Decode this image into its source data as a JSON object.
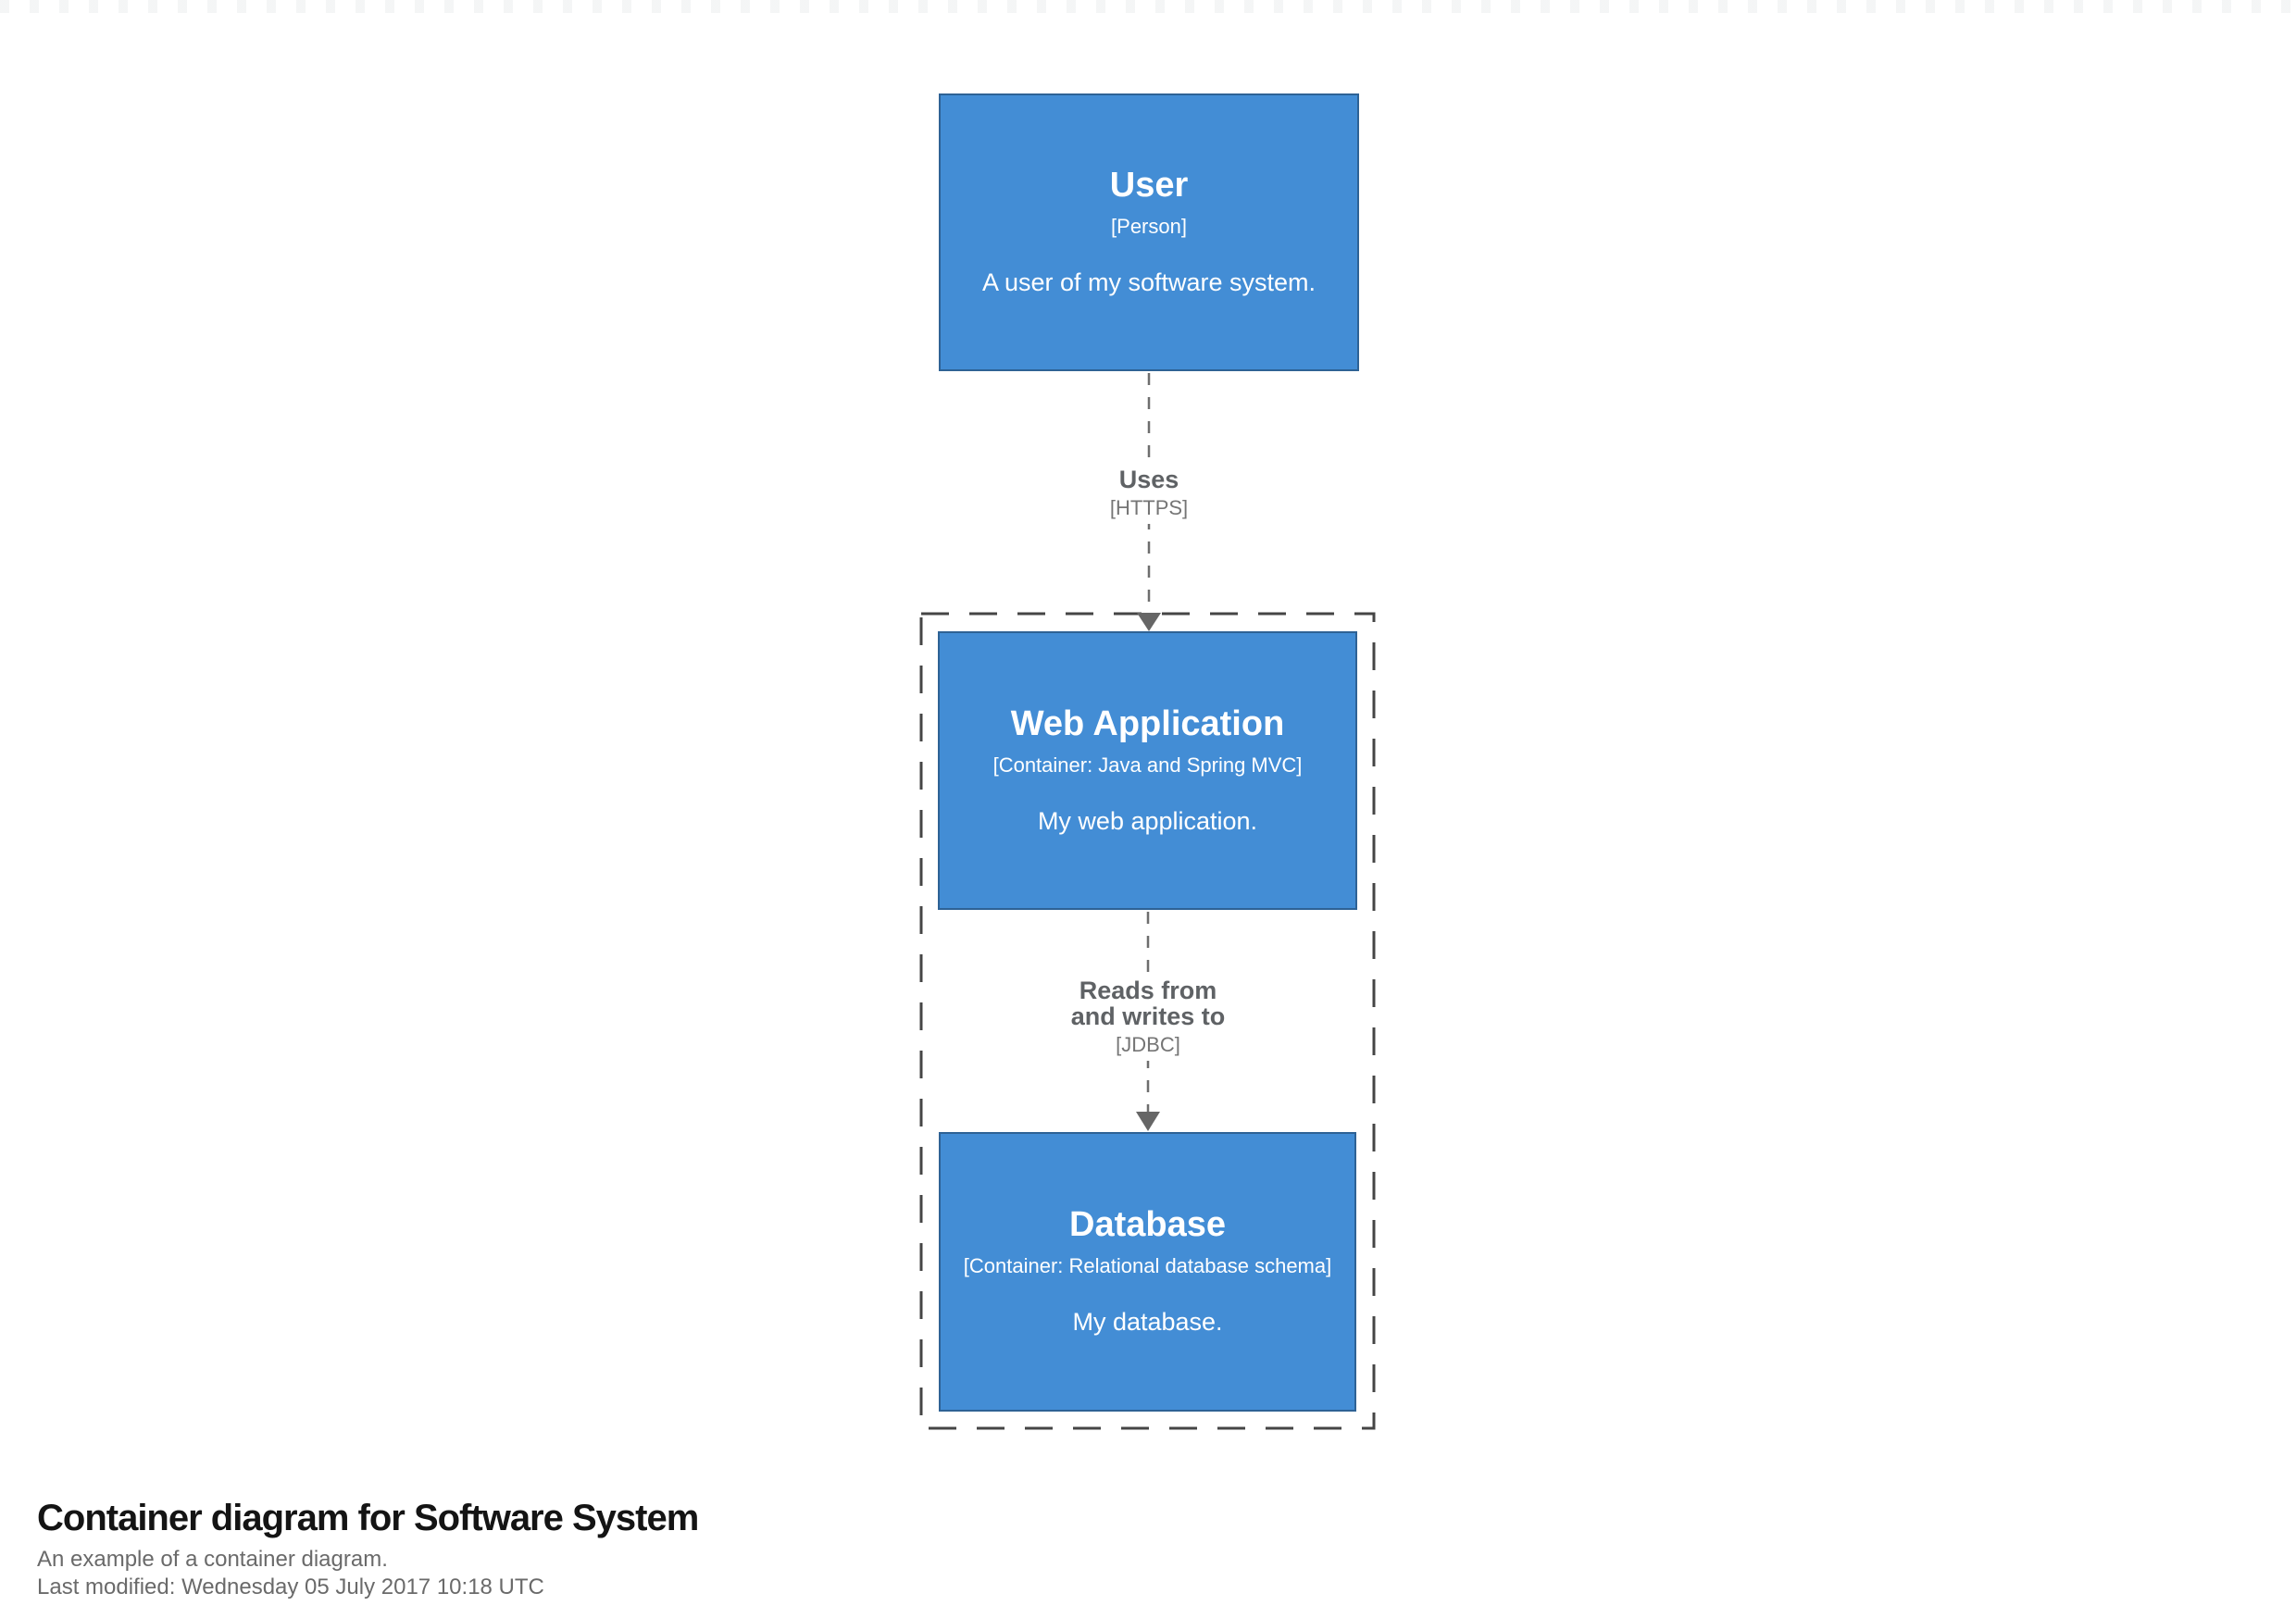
{
  "diagram": {
    "nodes": [
      {
        "name": "User",
        "meta": "[Person]",
        "description": "A user of my software system."
      },
      {
        "name": "Web Application",
        "meta": "[Container: Java and Spring MVC]",
        "description": "My web application."
      },
      {
        "name": "Database",
        "meta": "[Container: Relational database schema]",
        "description": "My database."
      }
    ],
    "relationships": [
      {
        "label": "Uses",
        "technology": "[HTTPS]"
      },
      {
        "label": "Reads from and writes to",
        "technology": "[JDBC]"
      }
    ],
    "colors": {
      "node_fill": "#438dd5",
      "node_border": "#2e6295",
      "node_text": "#ffffff",
      "relationship": "#6e6e6e",
      "boundary": "#454545"
    }
  },
  "footer": {
    "title": "Container diagram for Software System",
    "subtitle": "An example of a container diagram.",
    "last_modified": "Last modified: Wednesday 05 July 2017 10:18 UTC"
  }
}
